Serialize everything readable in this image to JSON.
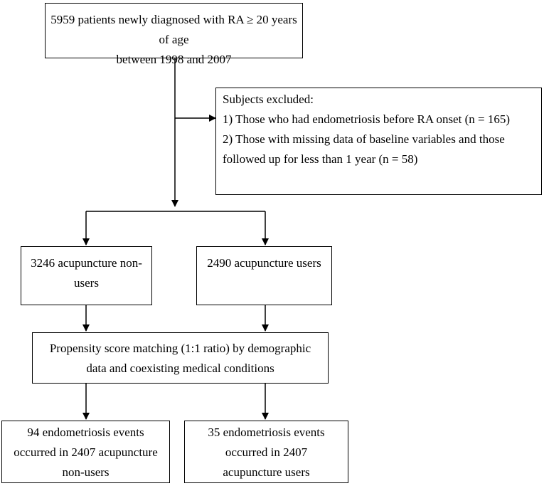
{
  "nodes": {
    "start": {
      "lines": [
        "5959 patients newly diagnosed with RA ≥ 20 years of age",
        "between 1998 and 2007"
      ]
    },
    "excluded": {
      "lines": [
        "Subjects excluded:",
        "1) Those who had endometriosis before RA onset (n = 165)",
        "2) Those with missing data of baseline variables and those",
        "followed up for less than 1 year (n = 58)"
      ]
    },
    "non_users": {
      "lines": [
        "3246 acupuncture non-",
        "users"
      ]
    },
    "users": {
      "lines": [
        "2490 acupuncture users"
      ]
    },
    "matching": {
      "lines": [
        "Propensity score matching (1:1 ratio) by demographic",
        "data and coexisting medical conditions"
      ]
    },
    "events_non_users": {
      "lines": [
        "94 endometriosis events",
        "occurred in 2407 acupuncture",
        "non-users"
      ]
    },
    "events_users": {
      "lines": [
        "35 endometriosis events",
        "occurred in 2407",
        "acupuncture users"
      ]
    }
  }
}
